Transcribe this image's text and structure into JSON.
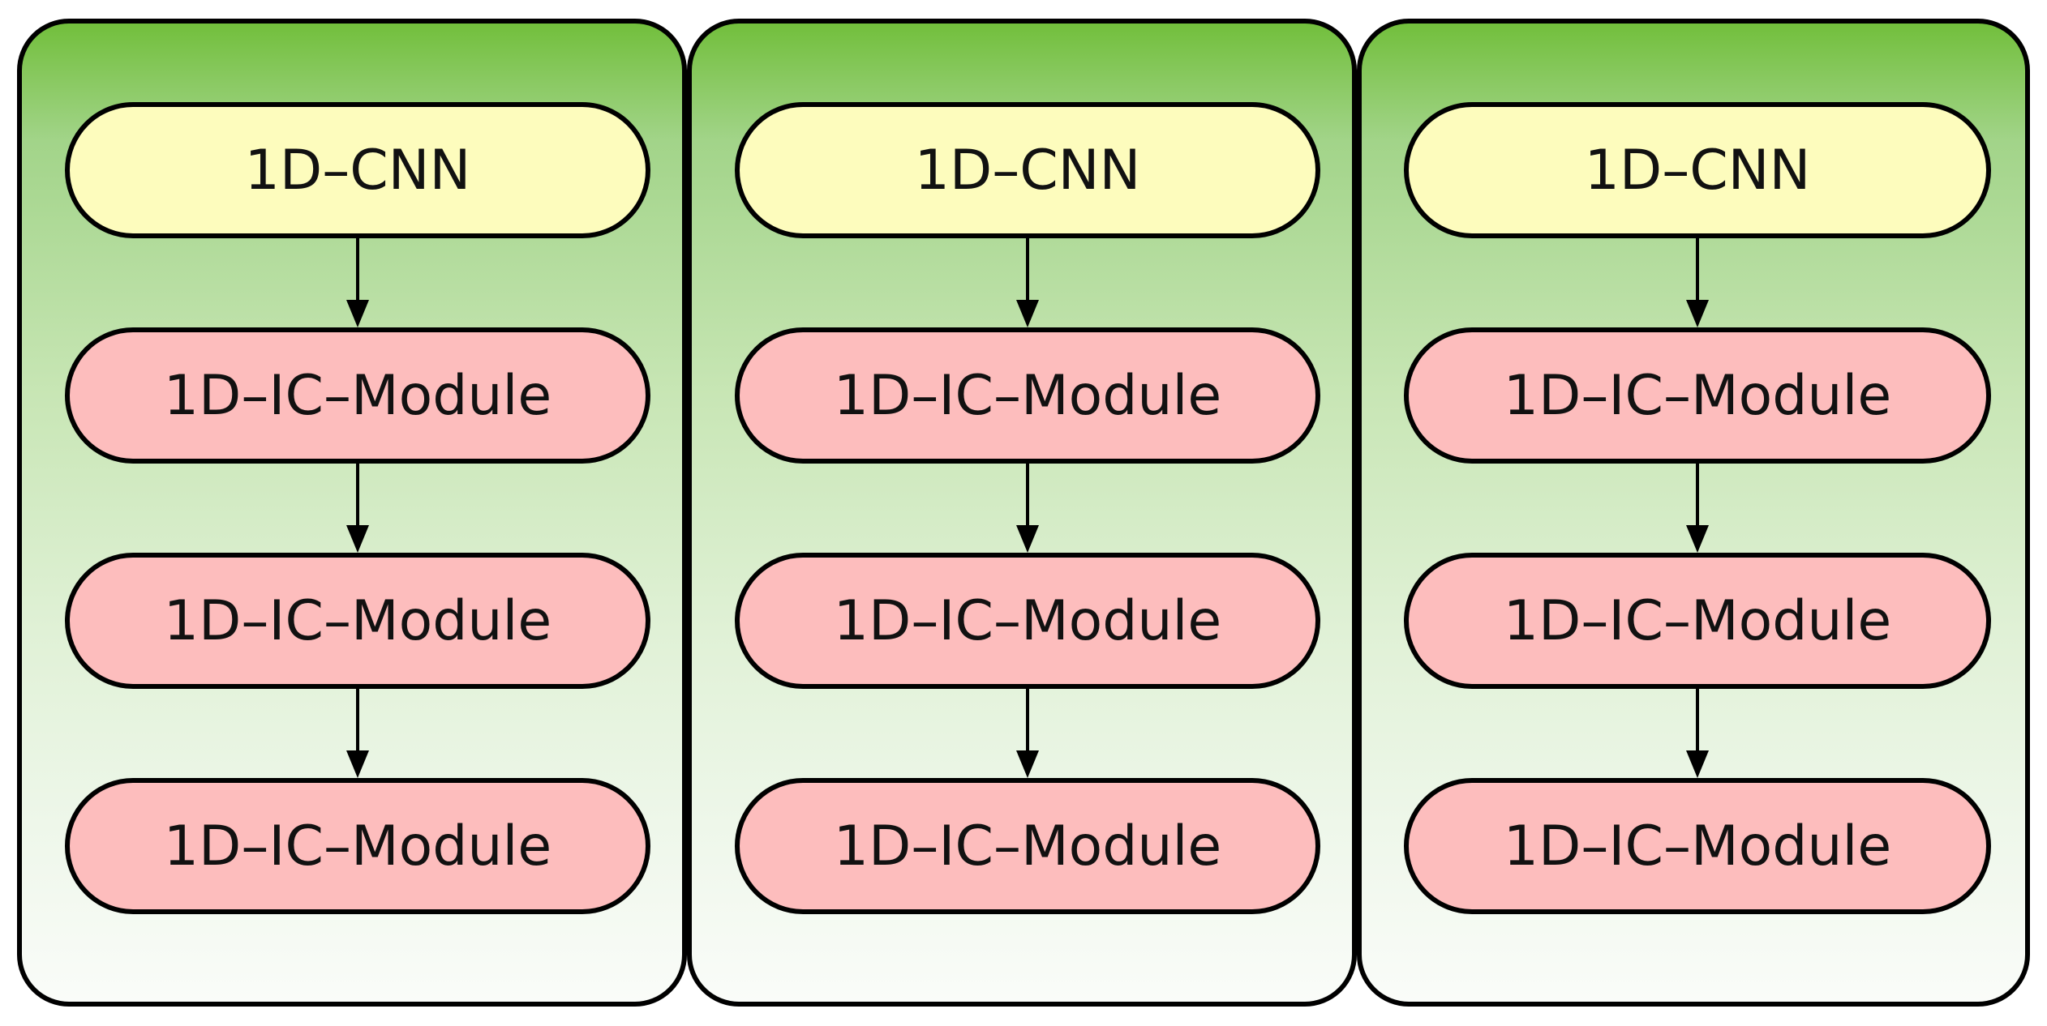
{
  "panels": [
    {
      "blocks": [
        "1D–CNN",
        "1D–IC–Module",
        "1D–IC–Module",
        "1D–IC–Module"
      ]
    },
    {
      "blocks": [
        "1D–CNN",
        "1D–IC–Module",
        "1D–IC–Module",
        "1D–IC–Module"
      ]
    },
    {
      "blocks": [
        "1D–CNN",
        "1D–IC–Module",
        "1D–IC–Module",
        "1D–IC–Module"
      ]
    }
  ],
  "colors": {
    "panel_gradient_top": "#72bf3c",
    "panel_gradient_bottom": "#fafcf9",
    "cnn_block": "#fdfcbd",
    "module_block": "#fdbdbd",
    "border": "#000000"
  }
}
